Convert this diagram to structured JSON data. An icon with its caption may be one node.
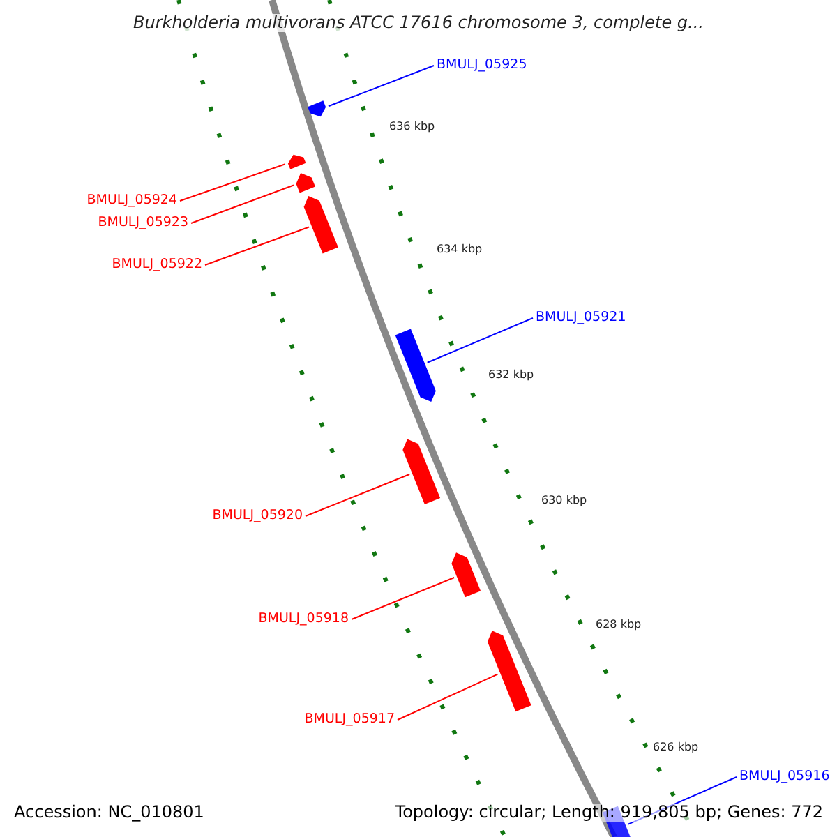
{
  "diagram": {
    "title": "Burkholderia multivorans ATCC 17616 chromosome 3, complete g...",
    "nodes": [
      {
        "text": [
          "BMULJ_05925"
        ]
      },
      {
        "text": [],
        "shape": "arrow"
      },
      {
        "text": [
          "BMULJ_05924"
        ]
      },
      {
        "text": [],
        "shape": "arrow"
      },
      {
        "text": [
          "BMULJ_05923"
        ]
      },
      {
        "text": [],
        "shape": "arrow"
      },
      {
        "text": [
          "BMULJ_05922"
        ]
      },
      {
        "text": [],
        "shape": "arrow"
      },
      {
        "text": [
          "BMULJ_05921"
        ]
      },
      {
        "text": [],
        "shape": "arrow"
      },
      {
        "text": [
          "BMULJ_05920"
        ]
      },
      {
        "text": [],
        "shape": "arrow"
      },
      {
        "text": [
          "BMULJ_05918"
        ]
      },
      {
        "text": [],
        "shape": "arrow"
      },
      {
        "text": [
          "BMULJ_05917"
        ]
      },
      {
        "text": [],
        "shape": "arrow"
      },
      {
        "text": [
          "BMULJ_05916"
        ]
      },
      {
        "text": [],
        "shape": "arrow"
      }
    ],
    "edges": [
      {
        "from": 0,
        "to": 1,
        "arrow": "none",
        "color": "#0000ff"
      },
      {
        "from": 2,
        "to": 3,
        "arrow": "none"
      },
      {
        "from": 4,
        "to": 5,
        "arrow": "none"
      },
      {
        "from": 6,
        "to": 7,
        "arrow": "none"
      },
      {
        "from": 8,
        "to": 9,
        "arrow": "none",
        "color": "#0000ff"
      },
      {
        "from": 10,
        "to": 11,
        "arrow": "none"
      },
      {
        "from": 12,
        "to": 13,
        "arrow": "none"
      },
      {
        "from": 14,
        "to": 15,
        "arrow": "none"
      },
      {
        "from": 16,
        "to": 17,
        "arrow": "none",
        "color": "#0000ff"
      }
    ],
    "labels": [
      "636 kbp",
      "634 kbp",
      "632 kbp",
      "630 kbp",
      "628 kbp",
      "626 kbp",
      "Accession: NC_010801",
      "Topology: circular; Length: 919,805 bp; Genes: 772"
    ]
  }
}
